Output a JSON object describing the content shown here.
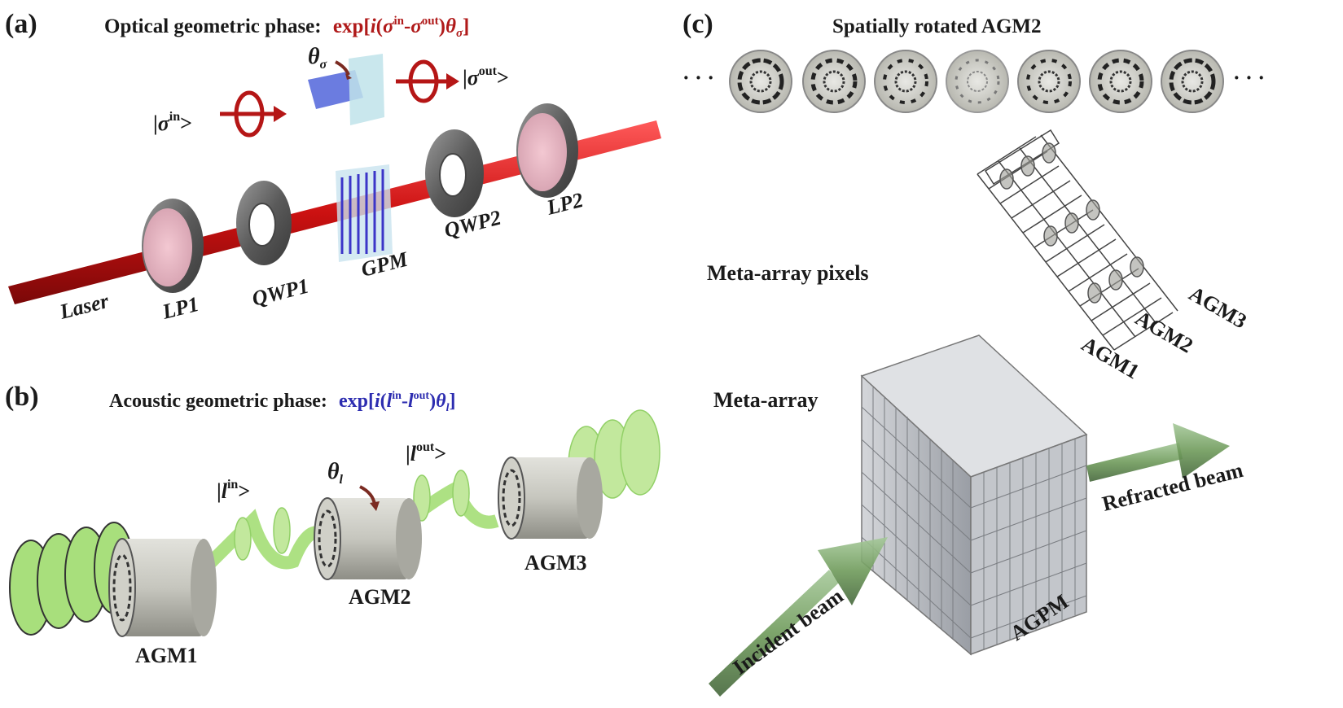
{
  "panels": {
    "a": {
      "letter": "(a)",
      "title": "Optical geometric phase:",
      "formula": "exp[i(σ in-σ out)θσ]",
      "formula_parts": {
        "prefix": "exp[",
        "i": "i",
        "open": "(",
        "sigma1": "σ",
        "in": "in",
        "minus": "-",
        "sigma2": "σ",
        "out": "out",
        "close": ")",
        "theta": "θ",
        "theta_sub": "σ",
        "suffix": "]"
      },
      "ket_in": {
        "open": "|",
        "sym": "σ",
        "sup": "in",
        "close": ">"
      },
      "ket_out": {
        "open": "|",
        "sym": "σ",
        "sup": "out",
        "close": ">"
      },
      "theta": {
        "sym": "θ",
        "sub": "σ"
      },
      "components": [
        "Laser",
        "LP1",
        "QWP1",
        "GPM",
        "QWP2",
        "LP2"
      ],
      "colors": {
        "beam": "#cc1111",
        "formula": "#b01a1a",
        "metal": "#6f6f6f"
      }
    },
    "b": {
      "letter": "(b)",
      "title": "Acoustic geometric phase:",
      "formula": "exp[i(l in-l out)θl]",
      "formula_parts": {
        "prefix": "exp[",
        "i": "i",
        "open": "(",
        "l1": "l",
        "in": "in",
        "minus": "-",
        "l2": "l",
        "out": "out",
        "close": ")",
        "theta": "θ",
        "theta_sub": "l",
        "suffix": "]"
      },
      "ket_in": {
        "open": "|",
        "sym": "l",
        "sup": "in",
        "close": ">"
      },
      "ket_out": {
        "open": "|",
        "sym": "l",
        "sup": "out",
        "close": ">"
      },
      "theta": {
        "sym": "θ",
        "sub": "l"
      },
      "components": [
        "AGM1",
        "AGM2",
        "AGM3"
      ],
      "colors": {
        "wave": "#8ed45a",
        "formula": "#2d2db0",
        "cylinder": "#c8c8c0"
      }
    },
    "c": {
      "letter": "(c)",
      "title": "Spatially rotated AGM2",
      "ellipsis_left": "· · ·",
      "ellipsis_right": "· · ·",
      "labels": {
        "pixels": "Meta-array pixels",
        "meta_array": "Meta-array",
        "agm1": "AGM1",
        "agm2": "AGM2",
        "agm3": "AGM3",
        "refracted": "Refracted beam",
        "incident": "Incident beam",
        "agpm": "AGPM"
      },
      "colors": {
        "arrow": "#6e9a5a",
        "block": "#b9bcc2"
      }
    }
  }
}
